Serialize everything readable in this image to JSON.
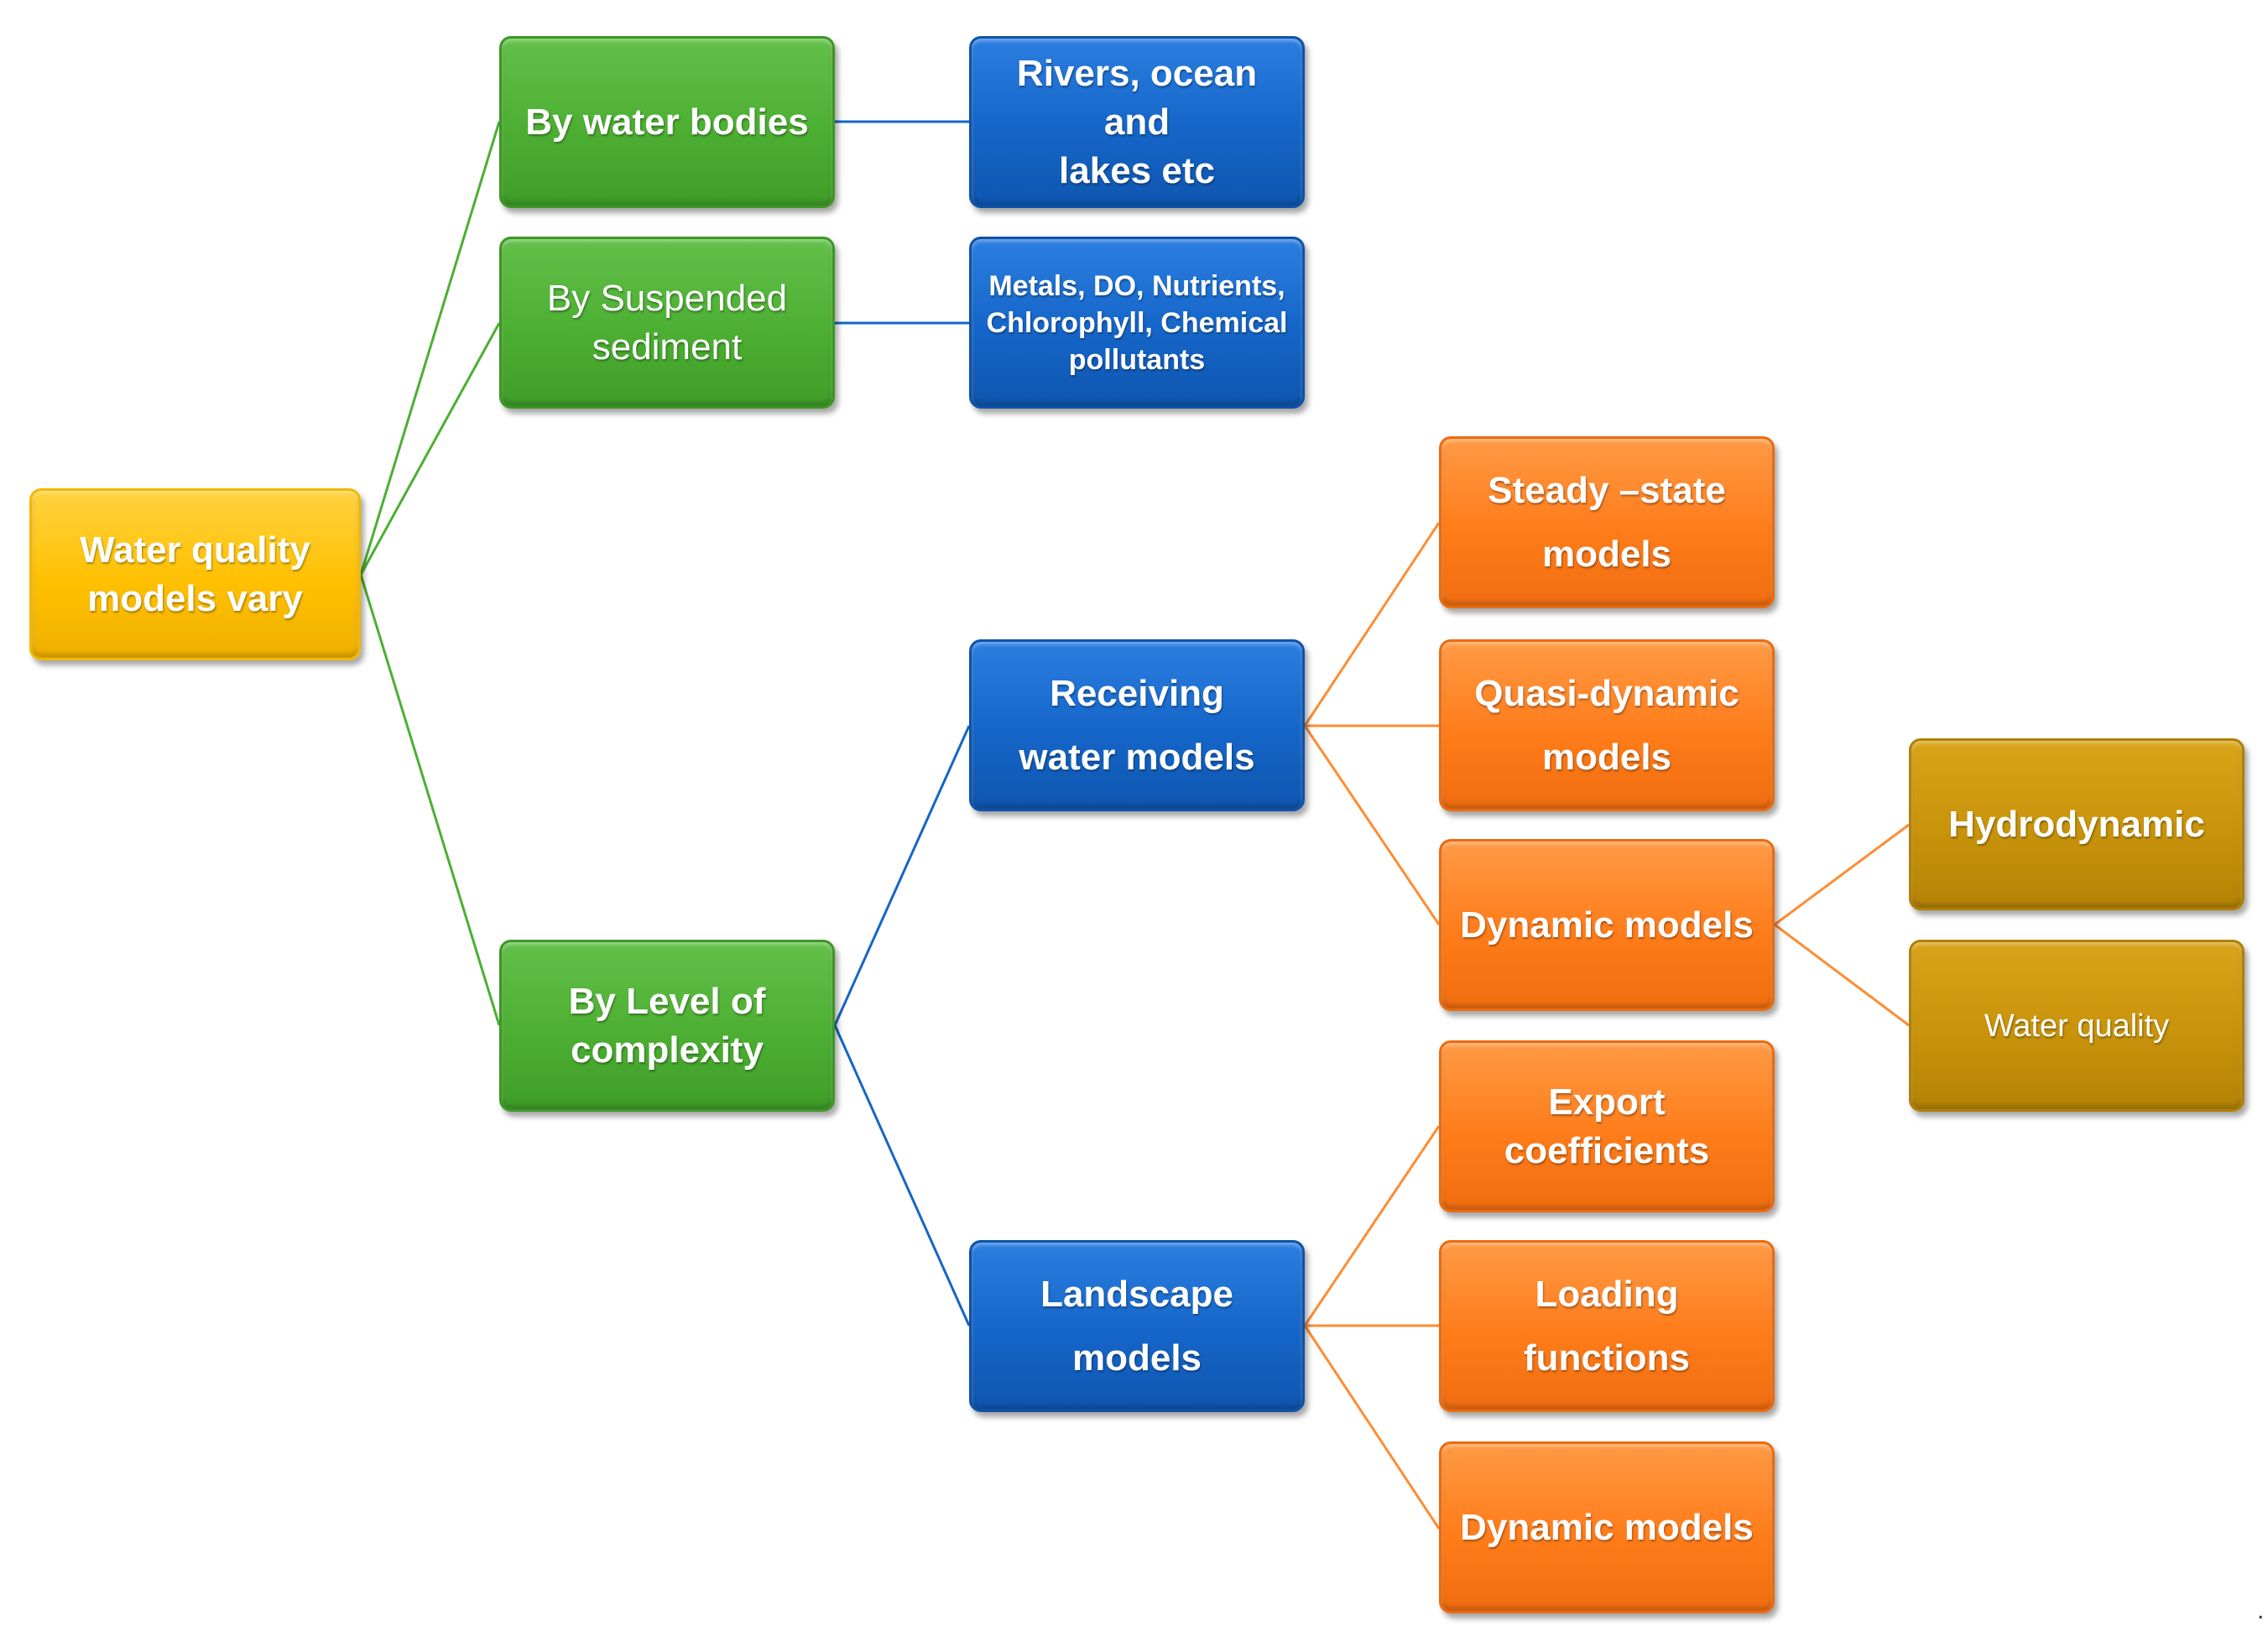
{
  "diagram": {
    "nodes": {
      "root": "Water quality\nmodels vary",
      "by_water_bodies": "By water bodies",
      "by_suspended_sediment": "By Suspended\nsediment",
      "by_level_of_complexity": "By Level of\ncomplexity",
      "rivers_ocean_lakes": "Rivers, ocean and\nlakes etc",
      "metals_do_nutrients": "Metals, DO, Nutrients,\nChlorophyll, Chemical\npollutants",
      "receiving_water_models": "Receiving\nwater models",
      "landscape_models": "Landscape\nmodels",
      "steady_state_models": "Steady –state\nmodels",
      "quasi_dynamic_models": "Quasi-dynamic\nmodels",
      "dynamic_models_receiving": "Dynamic models",
      "export_coefficients": "Export\ncoefficients",
      "loading_functions": "Loading\nfunctions",
      "dynamic_models_landscape": "Dynamic models",
      "hydrodynamic": "Hydrodynamic",
      "water_quality": "Water quality"
    },
    "trailing_mark": ".",
    "colors": {
      "root": "#ffc000",
      "level1": "#4caf32",
      "level2": "#1565c8",
      "level3": "#ff7c1a",
      "level4": "#c8930a",
      "connector_green": "#4caf32",
      "connector_blue": "#1565c8",
      "connector_orange": "#ff8c33"
    }
  }
}
